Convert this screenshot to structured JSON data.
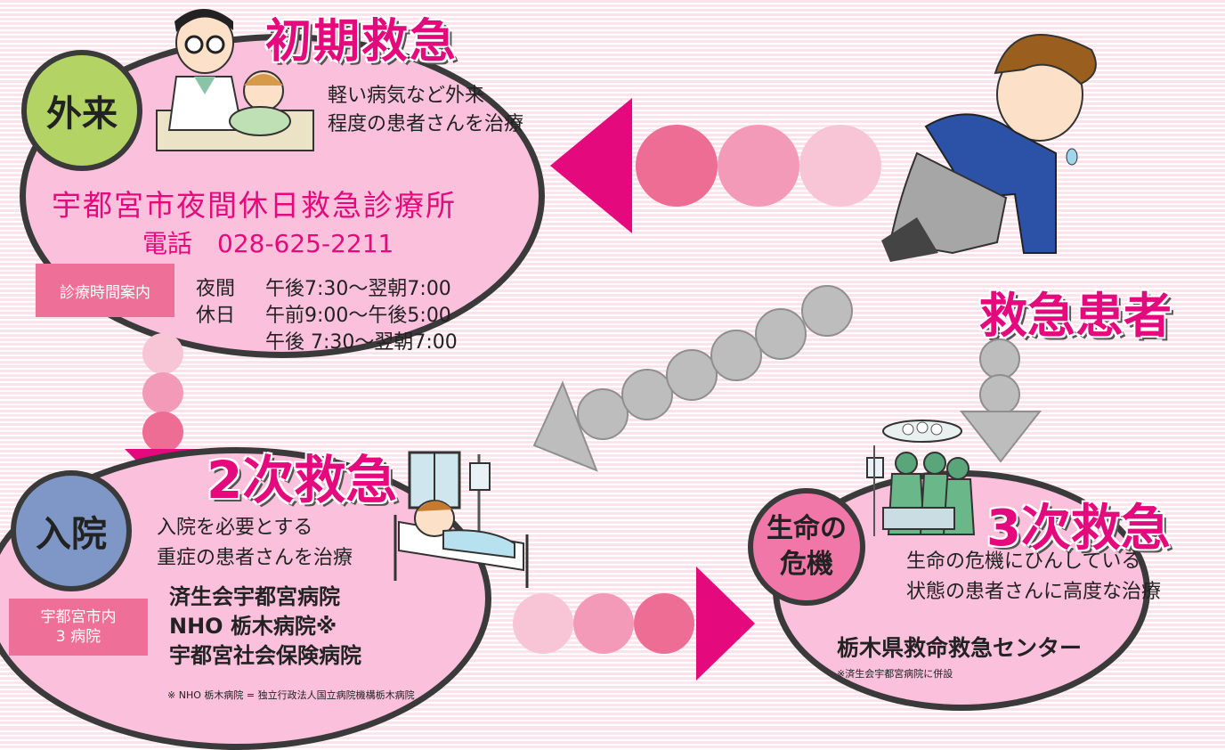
{
  "primary": {
    "title": "初期救急",
    "badge": "外来",
    "description": [
      "軽い病気など外来",
      "程度の患者さんを治療"
    ],
    "facility": "宇都宮市夜間休日救急診療所",
    "phone": "電話　028-625-2211",
    "hours_label": "診療時間案内",
    "hours": [
      {
        "day": "夜間",
        "time": "午後7:30～翌朝7:00"
      },
      {
        "day": "休日",
        "time": "午前9:00～午後5:00"
      },
      {
        "day": "",
        "time": "午後 7:30～翌朝7:00"
      }
    ]
  },
  "patient": {
    "label": "救急患者"
  },
  "secondary": {
    "title": "2次救急",
    "badge": "入院",
    "description": [
      "入院を必要とする",
      "重症の患者さんを治療"
    ],
    "area_label": [
      "宇都宮市内",
      "3 病院"
    ],
    "hospitals": [
      "済生会宇都宮病院",
      "NHO 栃木病院※",
      "宇都宮社会保険病院"
    ],
    "footnote": "※ NHO 栃木病院 = 独立行政法人国立病院機構栃木病院"
  },
  "tertiary": {
    "title": "3次救急",
    "badge": [
      "生命の",
      "危機"
    ],
    "description": [
      "生命の危機にひんしている",
      "状態の患者さんに高度な治療"
    ],
    "facility": "栃木県救命救急センター",
    "note": "※済生会宇都宮病院に併設"
  },
  "colors": {
    "accent": "#e4097c",
    "bubble": "#fac0dc",
    "badge_green": "#b3d465",
    "badge_blue": "#7e97c6",
    "badge_pink": "#f177a8",
    "dot_dark": "#ee6d95",
    "dot_mid": "#f49ab9",
    "dot_light": "#f8c5d6",
    "gray": "#bdbdbd"
  },
  "icons": [
    "doctor-baby-illustration",
    "kneeling-patient-illustration",
    "hospital-bed-illustration",
    "surgery-team-illustration"
  ]
}
